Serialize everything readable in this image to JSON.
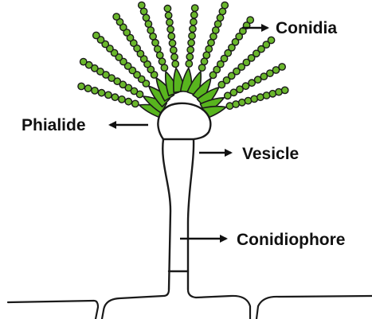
{
  "labels": {
    "conidia": "Conidia",
    "phialide": "Phialide",
    "vesicle": "Vesicle",
    "conidiophore": "Conidiophore"
  },
  "colors": {
    "outline": "#1a1a1a",
    "phialide_fill": "#58b51e",
    "conidia_fill": "#6ab72c",
    "background": "#ffffff"
  }
}
